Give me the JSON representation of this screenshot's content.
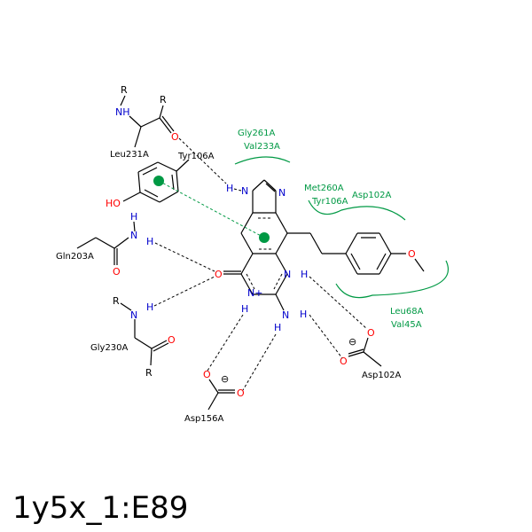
{
  "title": "1y5x_1:E89",
  "colors": {
    "nitrogen": "#0000cc",
    "oxygen": "#ff0000",
    "hydrophobic": "#009944",
    "bond": "#000000"
  },
  "atoms": {
    "n": "N",
    "h": "H",
    "o": "O",
    "r": "R",
    "nh": "NH",
    "n_plus": "N+",
    "ho": "HO",
    "minus": "⊖"
  },
  "residues": {
    "leu231a": "Leu231A",
    "tyr106a": "Tyr106A",
    "gln203a": "Gln203A",
    "gly230a": "Gly230A",
    "asp156a": "Asp156A",
    "asp102a": "Asp102A",
    "gly261a": "Gly261A",
    "val233a": "Val233A",
    "met260a": "Met260A",
    "tyr106a_h": "Tyr106A",
    "asp102a_h": "Asp102A",
    "leu68a": "Leu68A",
    "val45a": "Val45A"
  }
}
